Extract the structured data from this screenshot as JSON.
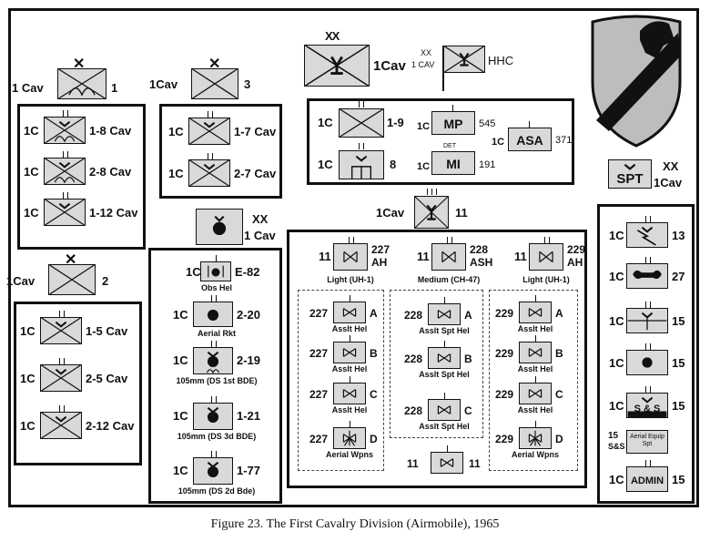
{
  "figure": {
    "caption": "Figure 23. The First Cavalry Division (Airmobile), 1965"
  },
  "division": {
    "designation": "1Cav",
    "echelon": "XX",
    "hhc_echelon": "XX",
    "hhc_sub": "1 CAV",
    "hhc_label": "HHC"
  },
  "brigades": [
    {
      "unit": "1 Cav",
      "number": "1",
      "battalions": [
        {
          "unit": "1C",
          "label": "1-8 Cav"
        },
        {
          "unit": "1C",
          "label": "2-8 Cav"
        },
        {
          "unit": "1C",
          "label": "1-12 Cav"
        }
      ]
    },
    {
      "unit": "1Cav",
      "number": "3",
      "battalions": [
        {
          "unit": "1C",
          "label": "1-7 Cav"
        },
        {
          "unit": "1C",
          "label": "2-7 Cav"
        }
      ]
    },
    {
      "unit": "1Cav",
      "number": "2",
      "battalions": [
        {
          "unit": "1C",
          "label": "1-5 Cav"
        },
        {
          "unit": "1C",
          "label": "2-5 Cav"
        },
        {
          "unit": "1C",
          "label": "2-12 Cav"
        }
      ]
    }
  ],
  "division_troops": {
    "cav_unit": "1C",
    "cav_label": "1-9",
    "engr_unit": "1C",
    "engr_number": "8",
    "mp_unit": "1C",
    "mp_abbr": "MP",
    "mp_number": "545",
    "mi_unit": "1C",
    "mi_abbr": "MI",
    "mi_number": "191",
    "mi_det": "DET",
    "asa_unit": "1C",
    "asa_abbr": "ASA",
    "asa_number": "371"
  },
  "artillery": {
    "echelon": "XX",
    "unit": "1 Cav",
    "items": [
      {
        "unit": "1C",
        "label": "E-82",
        "caption": "Obs Hel"
      },
      {
        "unit": "1C",
        "label": "2-20",
        "caption": "Aerial Rkt"
      },
      {
        "unit": "1C",
        "label": "2-19",
        "caption": "105mm (DS 1st BDE)"
      },
      {
        "unit": "1C",
        "label": "1-21",
        "caption": "105mm (DS 3d BDE)"
      },
      {
        "unit": "1C",
        "label": "1-77",
        "caption": "105mm (DS 2d Bde)"
      }
    ]
  },
  "aviation": {
    "group_unit": "1Cav",
    "group_number": "11",
    "battalions": [
      {
        "unit": "11",
        "number": "227",
        "suffix": "AH",
        "caption": "Light (UH-1)",
        "companies": [
          {
            "unit": "227",
            "letter": "A",
            "caption": "Asslt Hel"
          },
          {
            "unit": "227",
            "letter": "B",
            "caption": "Asslt Hel"
          },
          {
            "unit": "227",
            "letter": "C",
            "caption": "Asslt Hel"
          },
          {
            "unit": "227",
            "letter": "D",
            "caption": "Aerial Wpns"
          }
        ]
      },
      {
        "unit": "11",
        "number": "228",
        "suffix": "ASH",
        "caption": "Medium (CH-47)",
        "companies": [
          {
            "unit": "228",
            "letter": "A",
            "caption": "Asslt Spt Hel"
          },
          {
            "unit": "228",
            "letter": "B",
            "caption": "Asslt Spt Hel"
          },
          {
            "unit": "228",
            "letter": "C",
            "caption": "Asslt Spt Hel"
          }
        ]
      },
      {
        "unit": "11",
        "number": "229",
        "suffix": "AH",
        "caption": "Light (UH-1)",
        "companies": [
          {
            "unit": "229",
            "letter": "A",
            "caption": "Asslt Hel"
          },
          {
            "unit": "229",
            "letter": "B",
            "caption": "Asslt Hel"
          },
          {
            "unit": "229",
            "letter": "C",
            "caption": "Asslt Hel"
          },
          {
            "unit": "229",
            "letter": "D",
            "caption": "Aerial Wpns"
          }
        ]
      }
    ],
    "gs_company": {
      "unit": "11",
      "number": "11"
    }
  },
  "support": {
    "abbr": "SPT",
    "echelon": "XX",
    "unit": "1Cav",
    "items": [
      {
        "unit": "1C",
        "number": "13"
      },
      {
        "unit": "1C",
        "number": "27"
      },
      {
        "unit": "1C",
        "number": "15"
      },
      {
        "unit": "1C",
        "number": "15"
      },
      {
        "unit": "1C",
        "number": "15",
        "text": "S & S"
      },
      {
        "unit": "15",
        "unit2": "S&S",
        "text": "Aerial Equip Spt"
      },
      {
        "unit": "1C",
        "number": "15",
        "text": "ADMIN"
      }
    ]
  }
}
